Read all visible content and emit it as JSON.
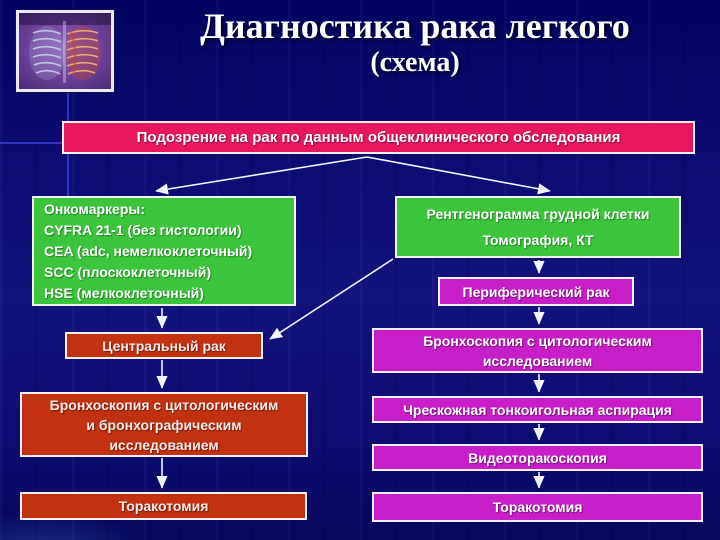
{
  "title": {
    "line1": "Диагностика рака легкого",
    "line2": "(схема)"
  },
  "flow": {
    "suspicion": "Подозрение на рак по данным общеклинического обследования",
    "left": {
      "oncomarkers": "Онкомаркеры:\nCYFRA 21-1 (без гистологии)\nCEA (adc, немелкоклеточный)\nSCC (плоскоклеточный)\nHSE (мелкоклеточный)",
      "central_cancer": "Центральный рак",
      "bronchoscopy": "Бронхоскопия с цитологическим\nи бронхографическим\nисследованием",
      "thoracotomy": "Торакотомия"
    },
    "right": {
      "xray": "Рентгенограмма грудной клетки\nТомография, КТ",
      "peripheral_cancer": "Периферический рак",
      "bronchoscopy": "Бронхоскопия с цитологическим\nисследованием",
      "aspiration": "Чрескожная тонкоигольная аспирация",
      "videothoracoscopy": "Видеоторакоскопия",
      "thoracotomy": "Торакотомия"
    }
  },
  "icons": {
    "lung_xray": "lung-xray-thumbnail"
  },
  "colors": {
    "background": "#0c0c72",
    "pink": "#e8175f",
    "green": "#3dc43d",
    "red": "#c23110",
    "magenta": "#c81ec8",
    "arrow": "#f5f5ff",
    "text": "#ffffff",
    "decor-line": "#3c3cd2"
  }
}
